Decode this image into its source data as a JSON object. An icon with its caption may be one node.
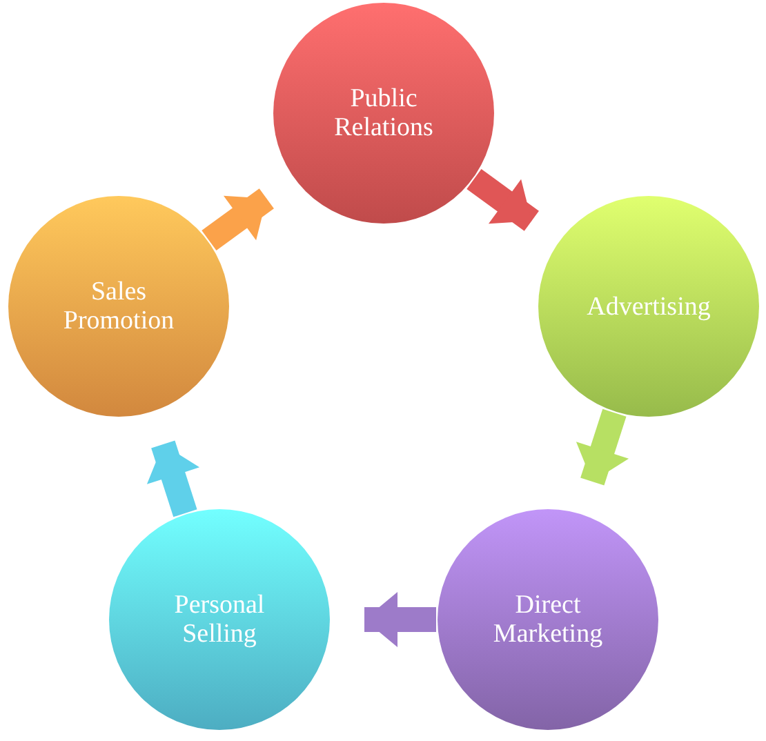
{
  "diagram": {
    "nodes": [
      {
        "text": [
          "Public Relations"
        ]
      },
      {
        "text": [
          "Advertising"
        ]
      },
      {
        "text": [
          "Direct Marketing"
        ]
      },
      {
        "text": [
          "Personal Selling"
        ]
      },
      {
        "text": [
          "Sales Promotion"
        ]
      }
    ],
    "edges": [
      {
        "from": 0,
        "to": 1,
        "arrow": "to",
        "color": "#e05656"
      },
      {
        "from": 1,
        "to": 2,
        "arrow": "to",
        "color": "#b7e063"
      },
      {
        "from": 2,
        "to": 3,
        "arrow": "to",
        "color": "#9d7bc9"
      },
      {
        "from": 3,
        "to": 4,
        "arrow": "to",
        "color": "#5fd0ea"
      },
      {
        "from": 4,
        "to": 0,
        "arrow": "to",
        "color": "#fba24a"
      }
    ]
  }
}
